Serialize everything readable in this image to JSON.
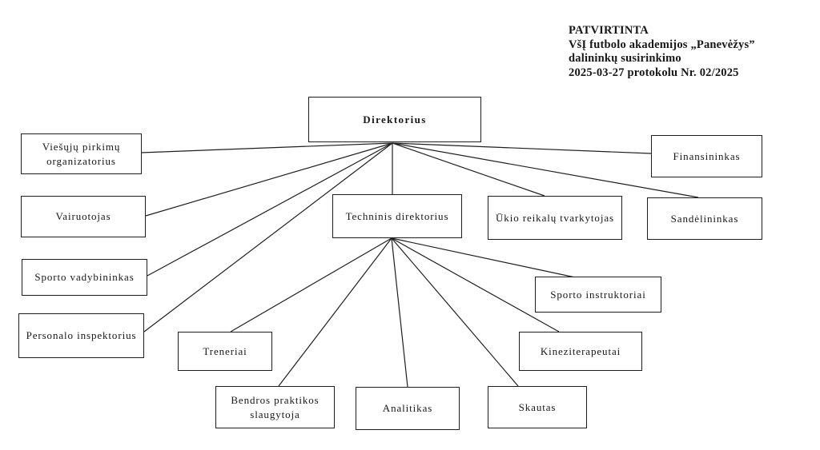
{
  "approval": {
    "lines": [
      "PATVIRTINTA",
      "VšĮ futbolo akademijos „Panevėžys”",
      "dalininkų susirinkimo",
      "2025-03-27 protokolu Nr. 02/2025"
    ]
  },
  "org_chart": {
    "type": "org-hierarchy",
    "nodes": {
      "direktorius": {
        "label": "Direktorius",
        "reports_to": null
      },
      "viesuju_pirkimu": {
        "label": "Viešųjų pirkimų organizatorius",
        "reports_to": "direktorius"
      },
      "vairuotojas": {
        "label": "Vairuotojas",
        "reports_to": "direktorius"
      },
      "sporto_vadybininkas": {
        "label": "Sporto vadybininkas",
        "reports_to": "direktorius"
      },
      "personalo_inspektorius": {
        "label": "Personalo inspektorius",
        "reports_to": "direktorius"
      },
      "techninis_direktorius": {
        "label": "Techninis direktorius",
        "reports_to": "direktorius"
      },
      "ukio_reikalu": {
        "label": "Ūkio reikalų tvarkytojas",
        "reports_to": "direktorius"
      },
      "finansininkas": {
        "label": "Finansininkas",
        "reports_to": "direktorius"
      },
      "sandelininkas": {
        "label": "Sandėlininkas",
        "reports_to": "direktorius"
      },
      "sporto_instruktoriai": {
        "label": "Sporto instruktoriai",
        "reports_to": "techninis_direktorius"
      },
      "treneriai": {
        "label": "Treneriai",
        "reports_to": "techninis_direktorius"
      },
      "kineziterapeutai": {
        "label": "Kineziterapeutai",
        "reports_to": "techninis_direktorius"
      },
      "bendros_praktikos": {
        "label": "Bendros praktikos slaugytoja",
        "reports_to": "techninis_direktorius"
      },
      "analitikas": {
        "label": "Analitikas",
        "reports_to": "techninis_direktorius"
      },
      "skautas": {
        "label": "Skautas",
        "reports_to": "techninis_direktorius"
      }
    },
    "edges": [
      [
        "direktorius",
        "viesuju_pirkimu"
      ],
      [
        "direktorius",
        "vairuotojas"
      ],
      [
        "direktorius",
        "sporto_vadybininkas"
      ],
      [
        "direktorius",
        "personalo_inspektorius"
      ],
      [
        "direktorius",
        "techninis_direktorius"
      ],
      [
        "direktorius",
        "ukio_reikalu"
      ],
      [
        "direktorius",
        "finansininkas"
      ],
      [
        "direktorius",
        "sandelininkas"
      ],
      [
        "techninis_direktorius",
        "treneriai"
      ],
      [
        "techninis_direktorius",
        "bendros_praktikos"
      ],
      [
        "techninis_direktorius",
        "analitikas"
      ],
      [
        "techninis_direktorius",
        "skautas"
      ],
      [
        "techninis_direktorius",
        "kineziterapeutai"
      ],
      [
        "techninis_direktorius",
        "sporto_instruktoriai"
      ]
    ],
    "line_color": "#1f1f1f",
    "box_border_color": "#1f1f1f",
    "background_color": "#ffffff"
  }
}
